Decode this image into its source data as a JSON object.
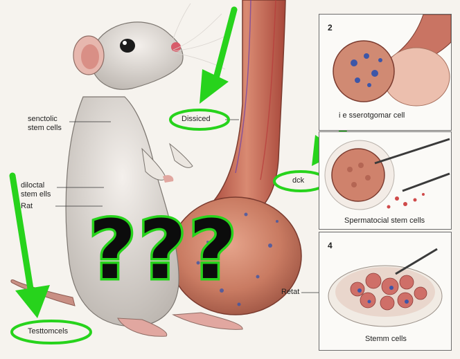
{
  "labels": {
    "senctolic": "senctolic\nstem cells",
    "diloctal": "diloctal\nstem ells",
    "rat": "Rat",
    "dissiced": "Dissiced",
    "dck": "dck",
    "testomcels": "Testtomcels",
    "retat": "Retat"
  },
  "panels": [
    {
      "number": "2",
      "caption": "i  e sserotgomar cell"
    },
    {
      "number": "",
      "caption": "Spermatocial stem cells"
    },
    {
      "number": "4",
      "caption": "Stemm cells"
    }
  ],
  "overlay": {
    "question_marks": "???"
  },
  "colors": {
    "green_annotation": "#27d31c"
  }
}
